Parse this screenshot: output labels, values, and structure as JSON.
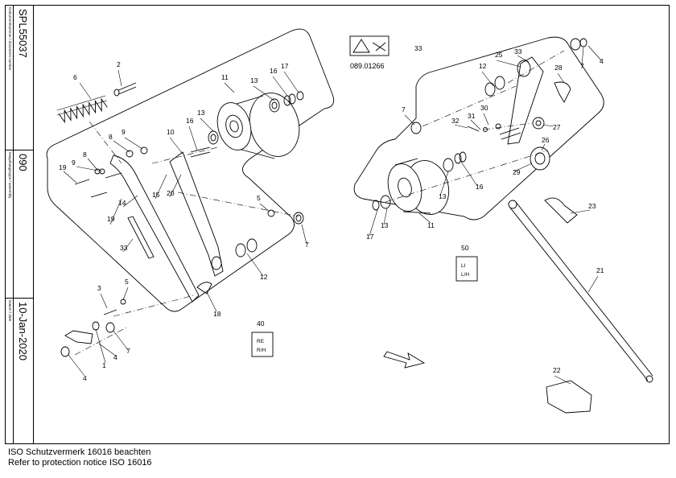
{
  "sidebar": {
    "document_number_label": "Dokumentnummer / document number",
    "document_number": "SPL55037",
    "assembly_label": "Hauptbaugruppe / assembly",
    "assembly": "090",
    "date_label": "Datum / date",
    "date": "10-Jan-2020"
  },
  "warning_label": {
    "code": "089.01266",
    "callout": "33"
  },
  "side_boxes": {
    "left": {
      "callout": "40",
      "line1": "RE",
      "line2": "R/H"
    },
    "right": {
      "callout": "50",
      "line1": "LI",
      "line2": "L/H"
    }
  },
  "callouts_left": [
    "2",
    "6",
    "11",
    "13",
    "16",
    "17",
    "13",
    "16",
    "10",
    "8",
    "9",
    "8",
    "9",
    "19",
    "15",
    "20",
    "14",
    "19",
    "5",
    "7",
    "33",
    "12",
    "5",
    "3",
    "18",
    "4",
    "4",
    "1",
    "7"
  ],
  "callouts_right": [
    "7",
    "4",
    "25",
    "33",
    "12",
    "28",
    "7",
    "31",
    "30",
    "32",
    "27",
    "26",
    "29",
    "16",
    "13",
    "17",
    "13",
    "11",
    "23",
    "21",
    "22"
  ],
  "footer": {
    "line1": "ISO Schutzvermerk 16016 beachten",
    "line2": "Refer to protection notice ISO 16016"
  }
}
